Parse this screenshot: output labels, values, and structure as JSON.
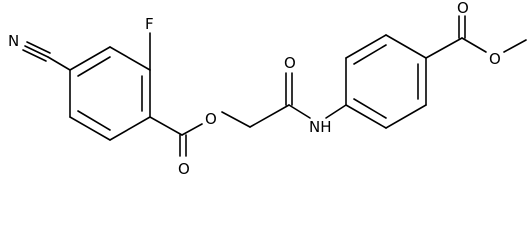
{
  "structure": {
    "atom_labels": {
      "nitrile_N": "N",
      "fluorine": "F",
      "ester_O_carbonyl": "O",
      "ester_O_bridge": "O",
      "amide_O": "O",
      "amide_NH": "NH",
      "methyl_ester_O_carbonyl": "O",
      "methyl_ester_O_bridge": "O"
    }
  }
}
